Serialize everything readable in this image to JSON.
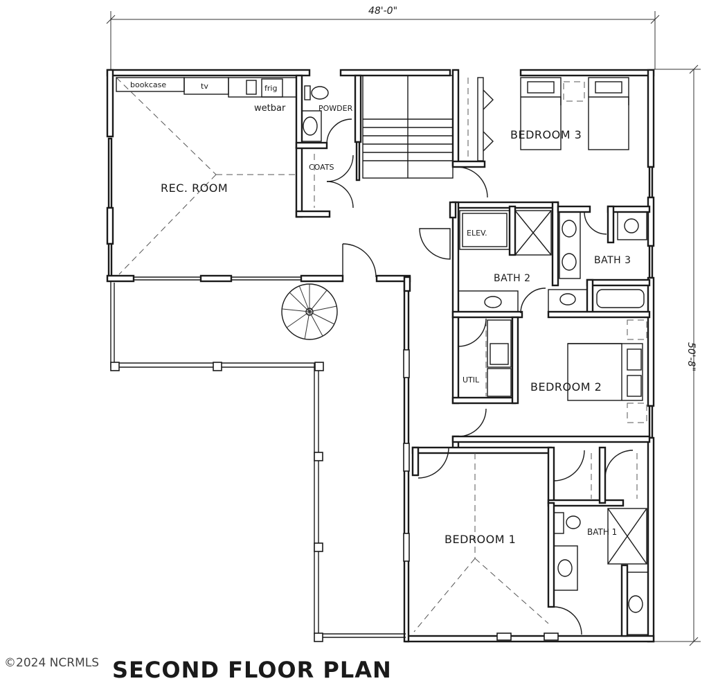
{
  "title": "SECOND FLOOR PLAN",
  "copyright": "©2024 NCRMLS",
  "dimensions": {
    "width": "48'-0\"",
    "depth": "50'-8\""
  },
  "rooms": {
    "rec_room": "REC. ROOM",
    "bedroom_1": "BEDROOM 1",
    "bedroom_2": "BEDROOM 2",
    "bedroom_3": "BEDROOM 3",
    "bath_1": "BATH 1",
    "bath_2": "BATH 2",
    "bath_3": "BATH 3",
    "powder": "POWDER",
    "coats": "COATS",
    "elev": "ELEV.",
    "util": "UTIL"
  },
  "fixtures": {
    "bookcase": "bookcase",
    "tv": "tv",
    "frig": "frig",
    "wetbar": "wetbar"
  }
}
